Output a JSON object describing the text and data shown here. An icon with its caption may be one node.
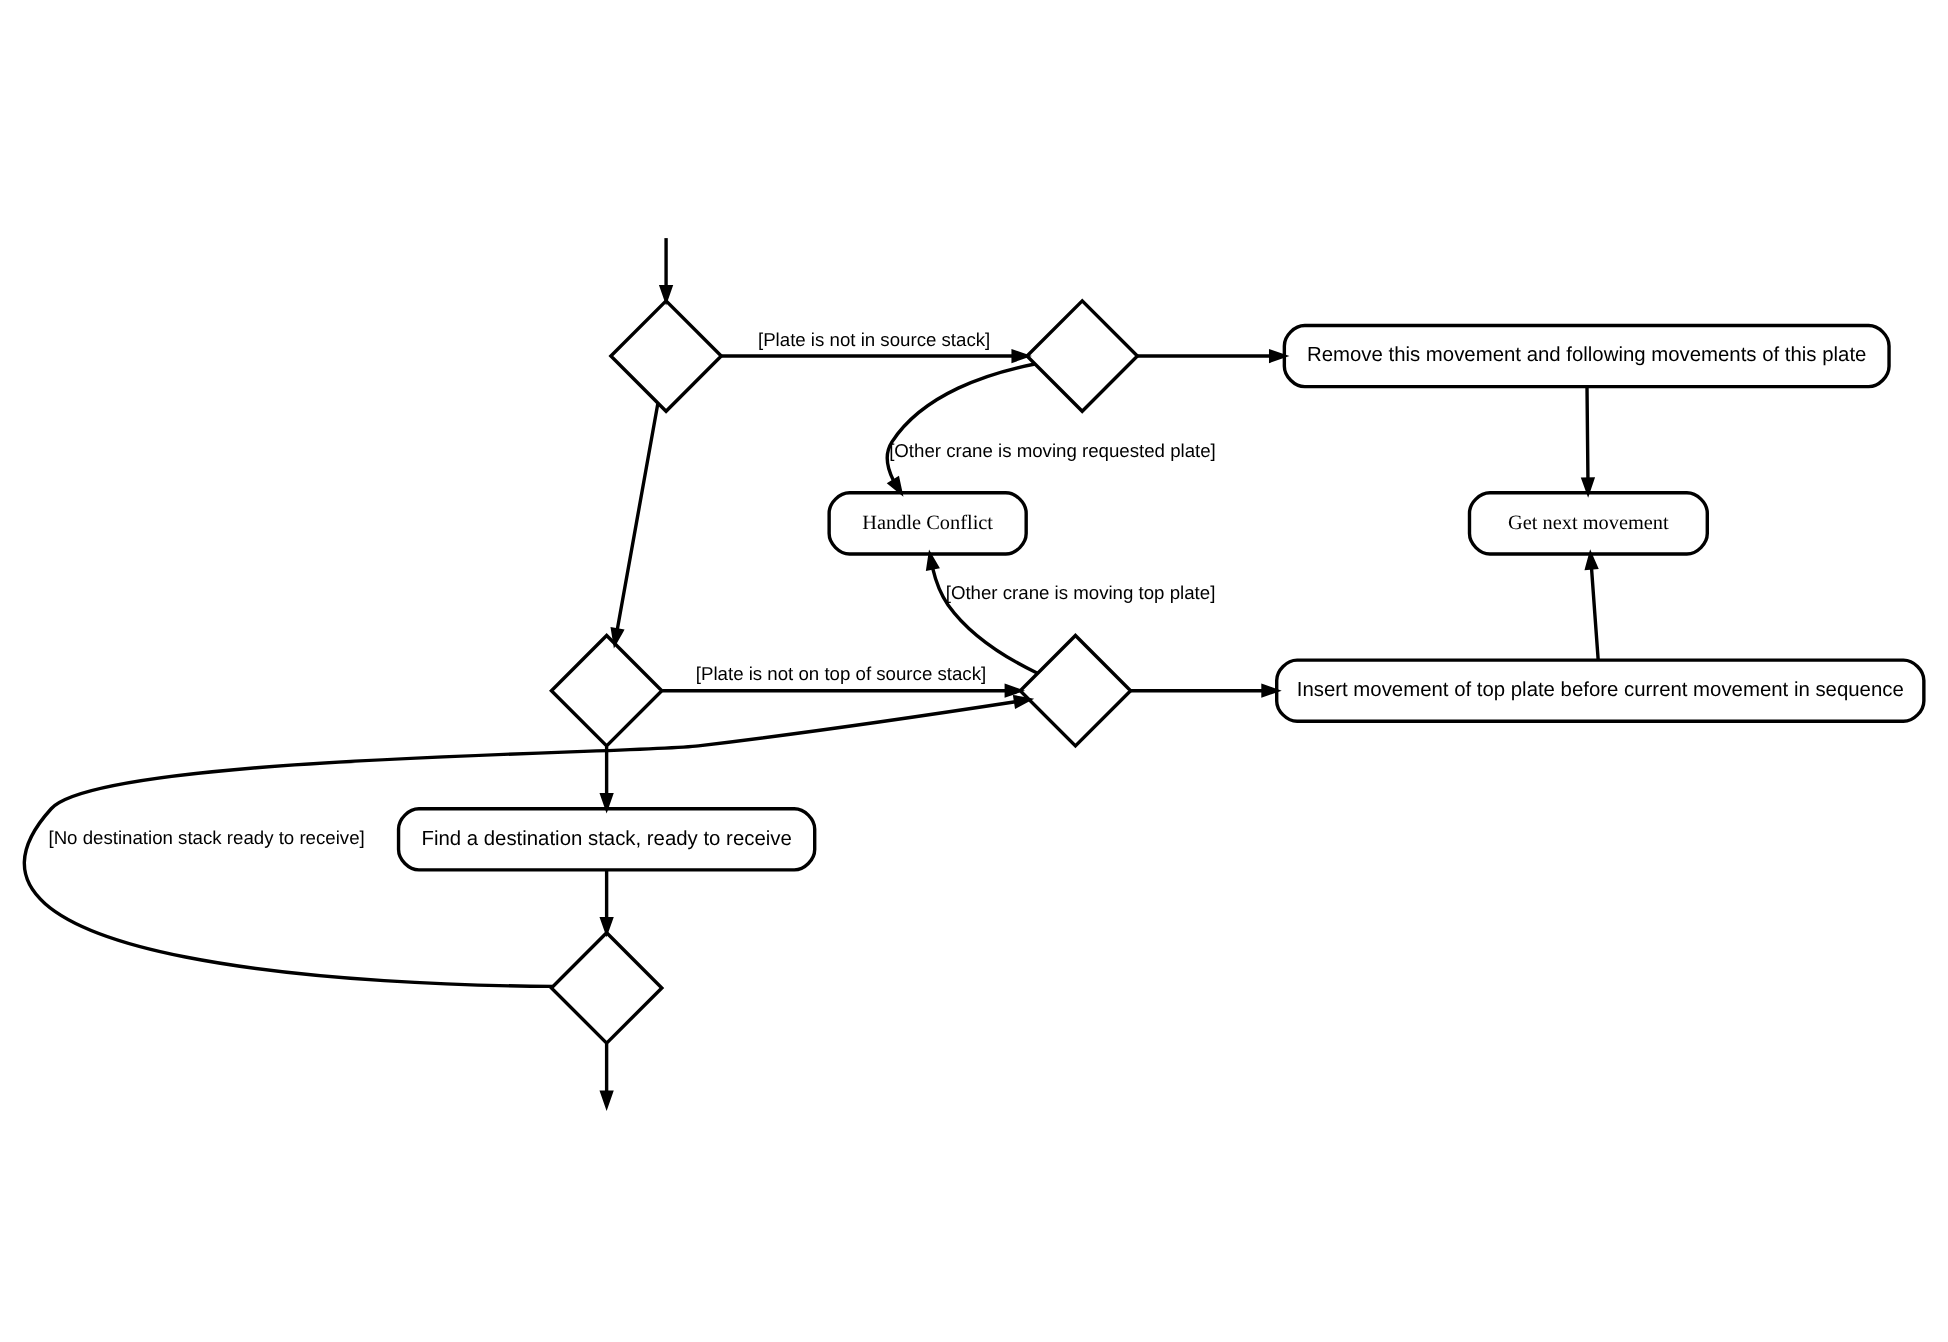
{
  "diagram": {
    "nodes": [
      {
        "text": [],
        "shape": "diamond"
      },
      {
        "text": [],
        "shape": "diamond"
      },
      {
        "text": [
          "Remove this movement and following movements of this plate"
        ]
      },
      {
        "text": [
          "Handle Conflict"
        ]
      },
      {
        "text": [
          "Get next movement"
        ]
      },
      {
        "text": [],
        "shape": "diamond"
      },
      {
        "text": [],
        "shape": "diamond"
      },
      {
        "text": [
          "Insert movement of top plate before current movement in sequence"
        ]
      },
      {
        "text": [
          "Find a destination stack, ready to receive"
        ]
      },
      {
        "text": [],
        "shape": "diamond"
      }
    ],
    "edges": [
      {
        "from": null,
        "to": 0,
        "arrow": "to"
      },
      {
        "from": 0,
        "to": 1,
        "arrow": "to",
        "label": "[Plate is not in source stack]"
      },
      {
        "from": 1,
        "to": 2,
        "arrow": "to"
      },
      {
        "from": 1,
        "to": 3,
        "arrow": "to",
        "label": "[Other crane is moving requested plate]"
      },
      {
        "from": 2,
        "to": 4,
        "arrow": "to"
      },
      {
        "from": 0,
        "to": 5,
        "arrow": "to"
      },
      {
        "from": 5,
        "to": 6,
        "arrow": "to",
        "label": "[Plate is not on top of source stack]"
      },
      {
        "from": 6,
        "to": 3,
        "arrow": "to",
        "label": "[Other crane is moving top plate]"
      },
      {
        "from": 6,
        "to": 7,
        "arrow": "to"
      },
      {
        "from": 7,
        "to": 4,
        "arrow": "to"
      },
      {
        "from": 5,
        "to": 8,
        "arrow": "to"
      },
      {
        "from": 8,
        "to": 9,
        "arrow": "to"
      },
      {
        "from": 9,
        "to": 6,
        "arrow": "to",
        "label": "[No destination stack ready to receive]"
      },
      {
        "from": 9,
        "to": null,
        "arrow": "to"
      }
    ]
  }
}
